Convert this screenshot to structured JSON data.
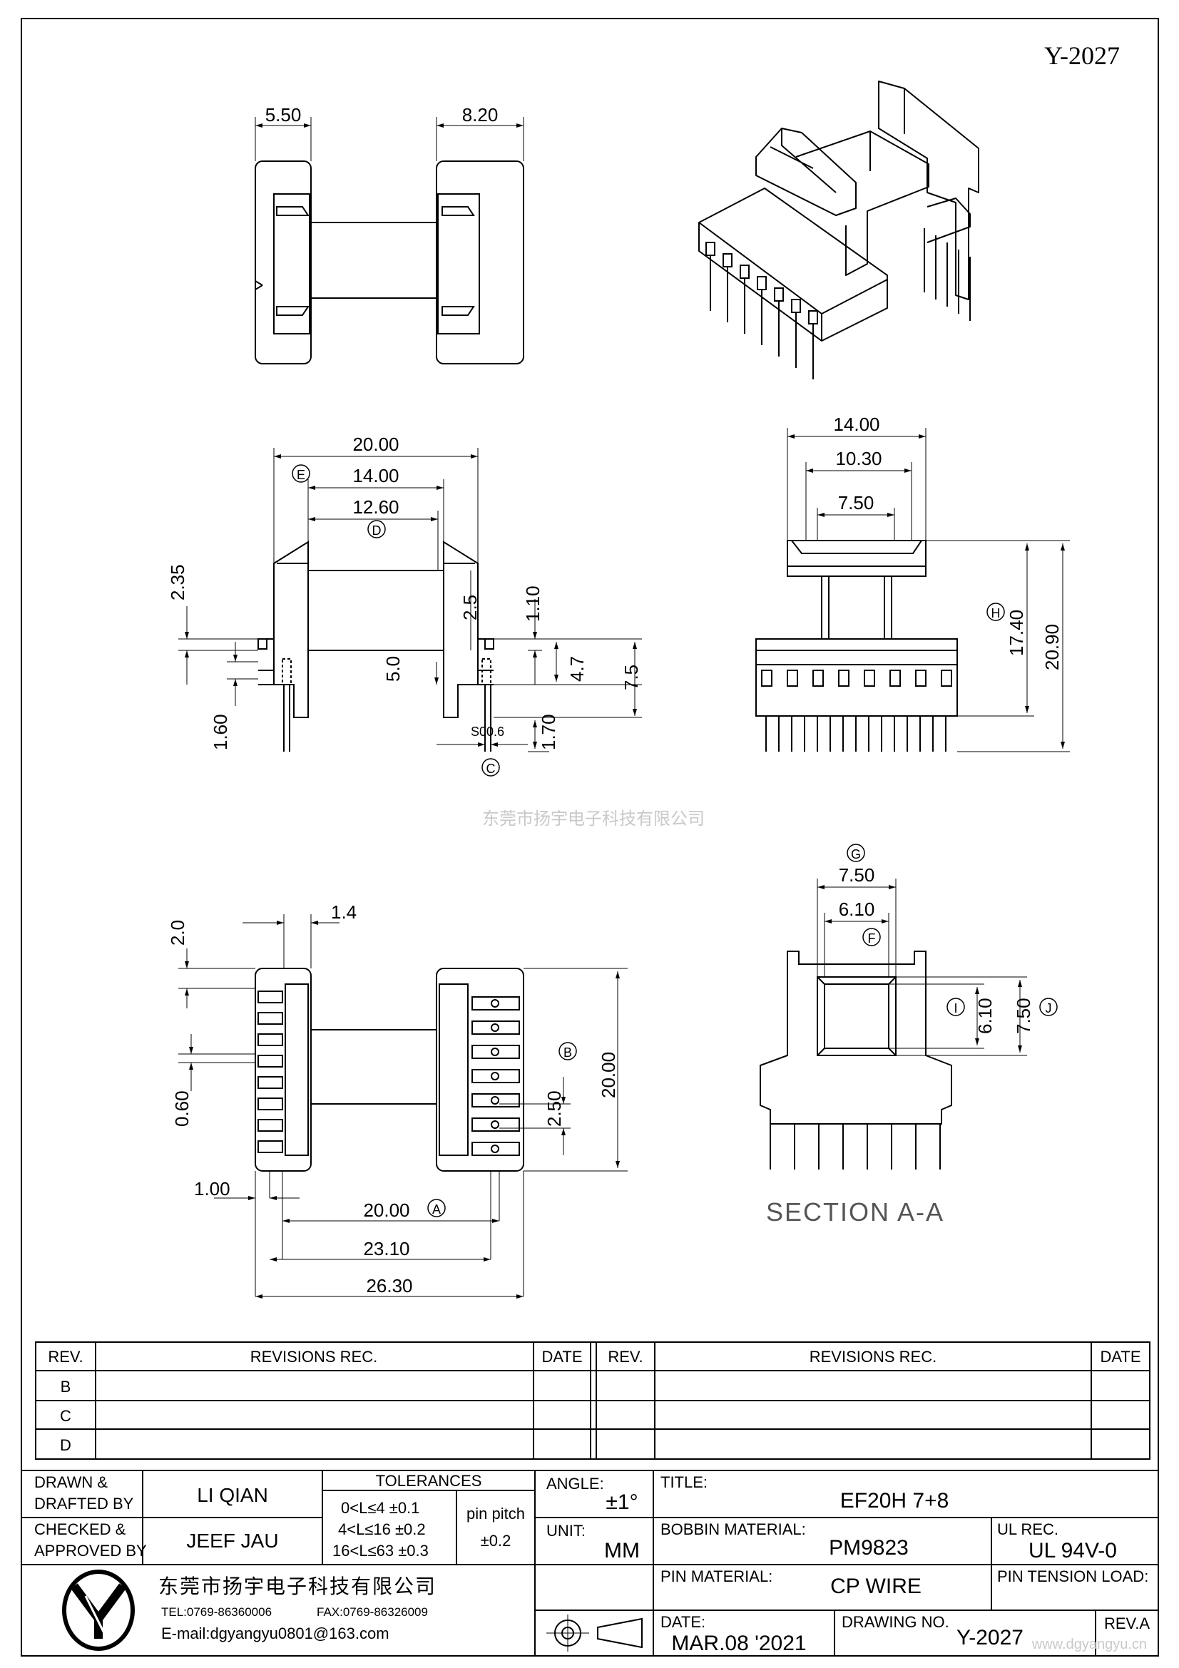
{
  "drawing_id": "Y-2027",
  "watermark": "东莞市扬宇电子科技有限公司",
  "watermark_url": "www.dgyangyu.cn",
  "top_view": {
    "dim_left": "5.50",
    "dim_right": "8.20"
  },
  "front_view": {
    "dim_overall": "20.00",
    "dim_flange": "14.00",
    "dim_inner": "12.60",
    "label_e": "E",
    "label_d": "D",
    "label_c": "C",
    "dim_235": "2.35",
    "dim_25": "2.5",
    "dim_110": "1.10",
    "dim_50": "5.0",
    "dim_47": "4.7",
    "dim_75": "7.5",
    "dim_160": "1.60",
    "dim_170": "1.70",
    "dim_pin": "S00.6"
  },
  "side_view": {
    "dim_1400": "14.00",
    "dim_1030": "10.30",
    "dim_750": "7.50",
    "dim_1740": "17.40",
    "dim_2090": "20.90",
    "label_h": "H"
  },
  "bottom_view": {
    "dim_20": "2.0",
    "dim_14": "1.4",
    "dim_060": "0.60",
    "dim_100": "1.00",
    "dim_2000a": "20.00",
    "label_a": "A",
    "dim_2310": "23.10",
    "dim_2630": "26.30",
    "dim_250": "2.50",
    "dim_2000b": "20.00",
    "label_b": "B"
  },
  "section_view": {
    "label_g": "G",
    "dim_750": "7.50",
    "label_f": "F",
    "dim_610": "6.10",
    "label_i": "I",
    "dim_610v": "6.10",
    "dim_750v": "7.50",
    "label_j": "J",
    "caption": "SECTION A-A"
  },
  "revisions": {
    "h_rev": "REV.",
    "h_rec": "REVISIONS   REC.",
    "h_date": "DATE",
    "rows": [
      "B",
      "C",
      "D"
    ]
  },
  "title_block": {
    "drawn_label_1": "DRAWN &",
    "drawn_label_2": "DRAFTED BY",
    "drawn_value": "LI QIAN",
    "checked_label_1": "CHECKED &",
    "checked_label_2": "APPROVED BY",
    "checked_value": "JEEF JAU",
    "tolerances": "TOLERANCES",
    "tol_1": "0<L≤4   ±0.1",
    "tol_2": "4<L≤16  ±0.2",
    "tol_3": "16<L≤63  ±0.3",
    "pin_pitch": "pin pitch",
    "pin_pitch_tol": "±0.2",
    "angle_label": "ANGLE:",
    "angle_value": "±1°",
    "unit_label": "UNIT:",
    "unit_value": "MM",
    "title_label": "TITLE:",
    "title_value": "EF20H 7+8",
    "bobbin_label": "BOBBIN MATERIAL:",
    "bobbin_value": "PM9823",
    "ul_label": "UL REC.",
    "ul_value": "UL 94V-0",
    "pin_material_label": "PIN MATERIAL:",
    "pin_material_value": "CP WIRE",
    "pin_tension_label": "PIN TENSION LOAD:",
    "company": "东莞市扬宇电子科技有限公司",
    "tel": "TEL:0769-86360006",
    "fax": "FAX:0769-86326009",
    "email": "E-mail:dgyangyu0801@163.com",
    "date_label": "DATE:",
    "date_value": "MAR.08 '2021",
    "drawing_no_label": "DRAWING NO.",
    "drawing_no_value": "Y-2027",
    "rev_value": "REV.A"
  }
}
